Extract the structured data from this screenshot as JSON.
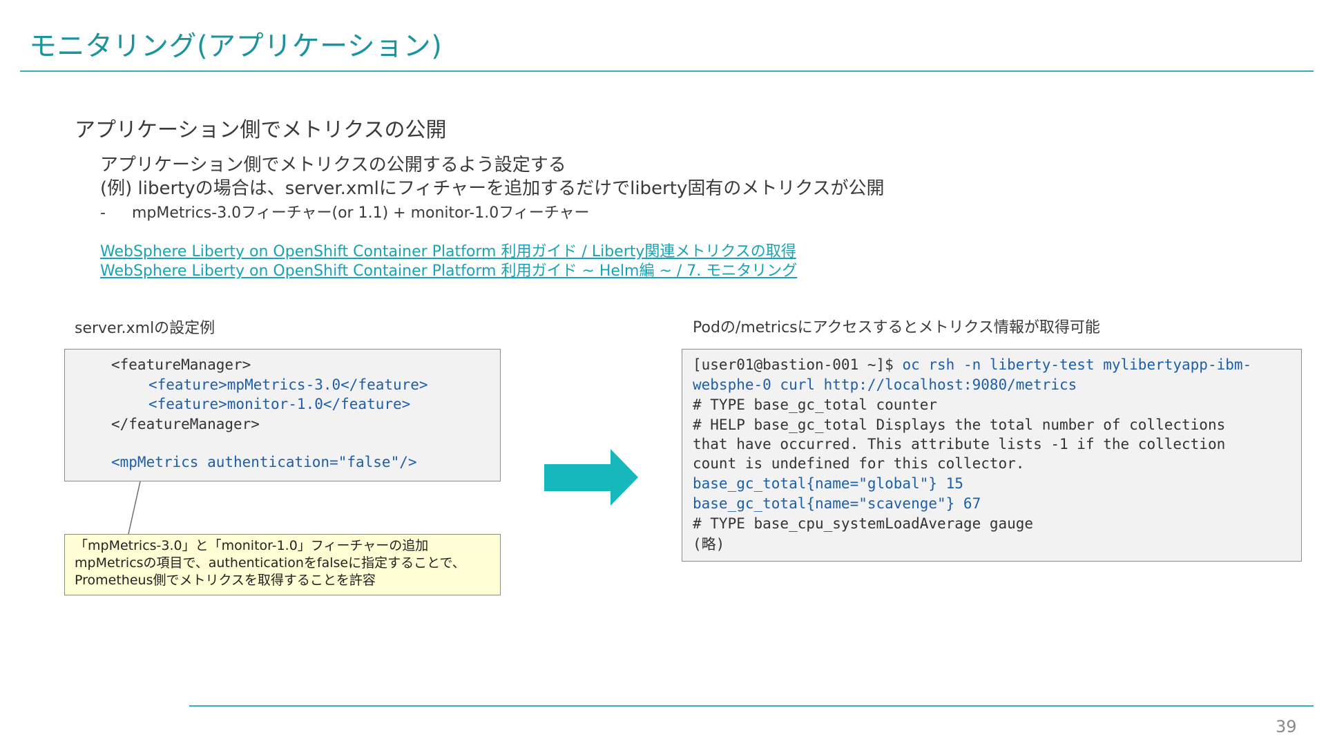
{
  "slide": {
    "title": "モニタリング(アプリケーション)",
    "page_number": "39"
  },
  "content": {
    "heading": "アプリケーション側でメトリクスの公開",
    "line1": "アプリケーション側でメトリクスの公開するよう設定する",
    "line2": "(例) libertyの場合は、server.xmlにフィチャーを追加するだけでliberty固有のメトリクスが公開",
    "bullet_marker": "-",
    "bullet": "mpMetrics-3.0フィーチャー(or 1.1) + monitor-1.0フィーチャー",
    "links": [
      "WebSphere Liberty on OpenShift Container Platform 利用ガイド / Liberty関連メトリクスの取得",
      "WebSphere Liberty on OpenShift Container Platform 利用ガイド ~ Helm編 ~ / 7. モニタリング"
    ]
  },
  "left_panel": {
    "caption": "server.xmlの設定例",
    "code": [
      "<featureManager>",
      "<feature>mpMetrics-3.0</feature>",
      "<feature>monitor-1.0</feature>",
      "</featureManager>",
      "<mpMetrics authentication=\"false\"/>"
    ],
    "note": [
      "「mpMetrics-3.0」と「monitor-1.0」フィーチャーの追加",
      "mpMetricsの項目で、authenticationをfalseに指定することで、",
      "Prometheus側でメトリクスを取得することを許容"
    ]
  },
  "right_panel": {
    "caption": "Podの/metricsにアクセスするとメトリクス情報が取得可能",
    "prompt": "[user01@bastion-001 ~]$ ",
    "command_1": "oc rsh -n liberty-test mylibertyapp-ibm-",
    "command_2": "websphe-0 curl http://localhost:9080/metrics",
    "output": [
      "# TYPE base_gc_total counter",
      "# HELP base_gc_total Displays the total number of collections",
      "that have occurred. This attribute lists -1 if the collection",
      "count is undefined for this collector.",
      "base_gc_total{name=\"global\"} 15",
      "base_gc_total{name=\"scavenge\"} 67",
      "# TYPE base_cpu_systemLoadAverage gauge",
      "(略)"
    ]
  },
  "colors": {
    "accent": "#1d93a0",
    "link": "#17a3b4",
    "arrow": "#16b8bd",
    "code_keyword": "#1c5fa8",
    "note_background": "#fffdd3"
  },
  "icons": {
    "arrow": "right-arrow-icon"
  }
}
